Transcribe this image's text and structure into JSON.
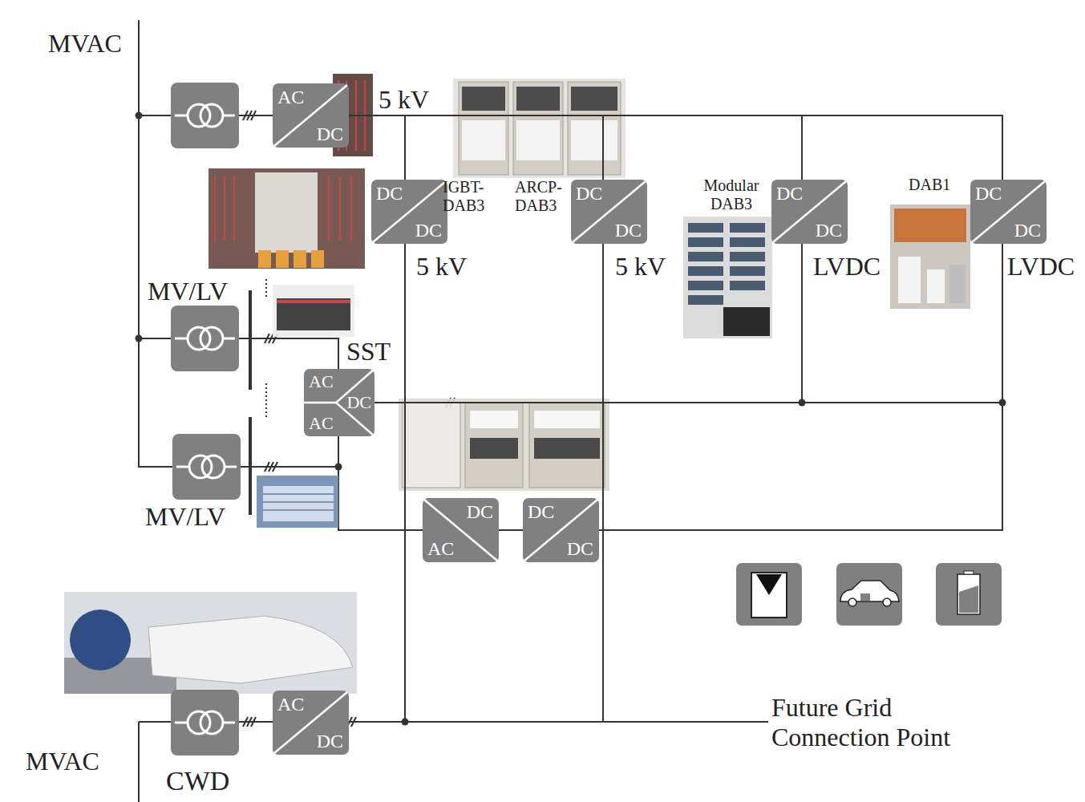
{
  "diagram": {
    "nodes": [
      {
        "text": [
          "AC",
          "DC"
        ]
      },
      {
        "text": [
          "DC",
          "DC"
        ]
      },
      {
        "text": [
          "DC",
          "DC"
        ]
      },
      {
        "text": [
          "DC",
          "DC"
        ]
      },
      {
        "text": [
          "DC",
          "DC"
        ]
      },
      {
        "text": [
          "SST",
          "AC",
          "AC",
          "DC"
        ]
      },
      {
        "text": [
          "DC",
          "AC"
        ]
      },
      {
        "text": [
          "DC",
          "DC"
        ]
      },
      {
        "text": [
          "AC",
          "DC"
        ]
      }
    ],
    "edges": [
      {
        "from": 0,
        "to": 1,
        "arrow": "none"
      },
      {
        "from": 0,
        "to": 2,
        "arrow": "none"
      },
      {
        "from": 0,
        "to": 3,
        "arrow": "none"
      },
      {
        "from": 0,
        "to": 4,
        "arrow": "none"
      },
      {
        "from": 1,
        "to": 8,
        "arrow": "none"
      },
      {
        "from": 2,
        "to": 8,
        "arrow": "none"
      },
      {
        "from": 3,
        "to": 5,
        "arrow": "none"
      },
      {
        "from": 4,
        "to": 5,
        "arrow": "none"
      },
      {
        "from": 4,
        "to": 7,
        "arrow": "none"
      },
      {
        "from": 6,
        "to": 7,
        "arrow": "none"
      }
    ],
    "labels": [
      "MVAC",
      "5 kV",
      "IGBT- DAB3",
      "ARCP- DAB3",
      "Modular DAB3",
      "DAB1",
      "5 kV",
      "5 kV",
      "LVDC",
      "LVDC",
      "MV/LV",
      "MV/LV",
      "MVAC",
      "CWD",
      "Future Grid Connection Point"
    ]
  }
}
